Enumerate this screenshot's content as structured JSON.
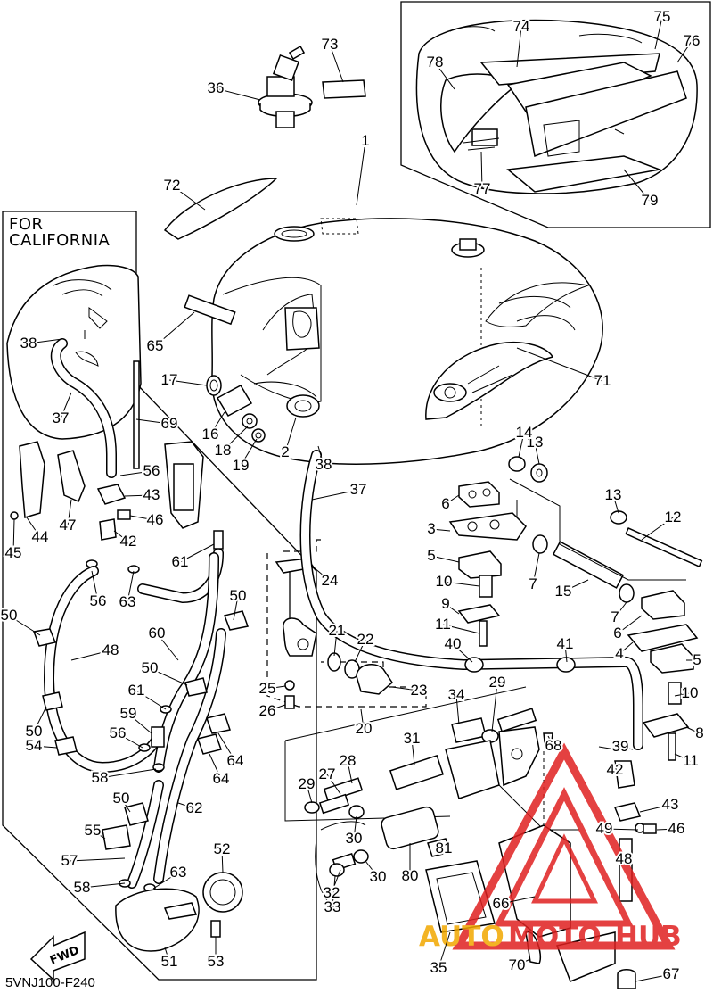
{
  "california_box": {
    "line1": "FOR",
    "line2": "CALIFORNIA"
  },
  "diagram_code": "5VNJ100-F240",
  "fwd_label": "FWD",
  "watermark": {
    "part1": "AUTO",
    "part2": "MOTO",
    "part3": "HUB",
    "color_red": "#e02020",
    "color_gold": "#f2a800"
  },
  "callouts": [
    "1",
    "2",
    "3",
    "4",
    "5",
    "5",
    "6",
    "6",
    "7",
    "7",
    "8",
    "9",
    "10",
    "10",
    "11",
    "11",
    "12",
    "13",
    "13",
    "14",
    "15",
    "16",
    "17",
    "18",
    "19",
    "20",
    "21",
    "22",
    "23",
    "24",
    "25",
    "26",
    "27",
    "28",
    "29",
    "29",
    "30",
    "30",
    "31",
    "32",
    "33",
    "34",
    "35",
    "36",
    "37",
    "37",
    "38",
    "38",
    "39",
    "40",
    "41",
    "42",
    "42",
    "43",
    "43",
    "44",
    "45",
    "46",
    "46",
    "47",
    "48",
    "48",
    "49",
    "50",
    "50",
    "50",
    "50",
    "50",
    "51",
    "52",
    "53",
    "54",
    "55",
    "56",
    "56",
    "56",
    "57",
    "58",
    "58",
    "59",
    "60",
    "61",
    "61",
    "62",
    "63",
    "63",
    "64",
    "64",
    "65",
    "66",
    "67",
    "68",
    "69",
    "70",
    "71",
    "72",
    "73",
    "74",
    "75",
    "76",
    "77",
    "78",
    "79",
    "80",
    "81"
  ]
}
